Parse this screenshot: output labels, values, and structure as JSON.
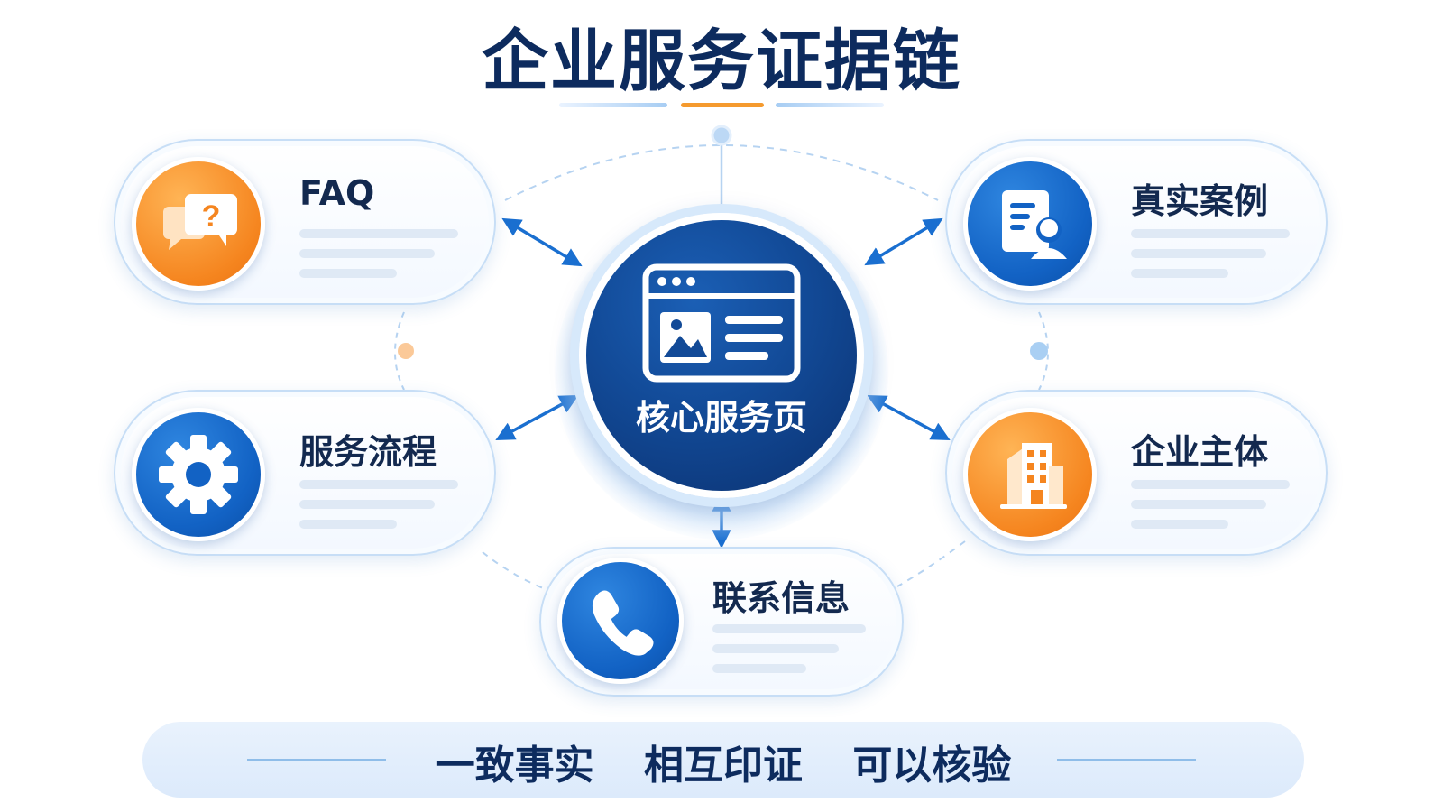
{
  "title": "企业服务证据链",
  "center": {
    "label": "核心服务页",
    "icon": "webpage-icon"
  },
  "nodes": [
    {
      "id": "faq",
      "label": "FAQ",
      "icon": "question-chat-icon",
      "color": "#f5851f"
    },
    {
      "id": "cases",
      "label": "真实案例",
      "icon": "document-user-icon",
      "color": "#1262c4"
    },
    {
      "id": "process",
      "label": "服务流程",
      "icon": "gear-icon",
      "color": "#1262c4"
    },
    {
      "id": "entity",
      "label": "企业主体",
      "icon": "building-icon",
      "color": "#f5851f"
    },
    {
      "id": "contact",
      "label": "联系信息",
      "icon": "phone-icon",
      "color": "#1262c4"
    }
  ],
  "tagline": [
    "一致事实",
    "相互印证",
    "可以核验"
  ],
  "colors": {
    "navy": "#0d2b5e",
    "blue": "#1262c4",
    "orange": "#f5851f",
    "accent_line": "#8fbde9"
  }
}
